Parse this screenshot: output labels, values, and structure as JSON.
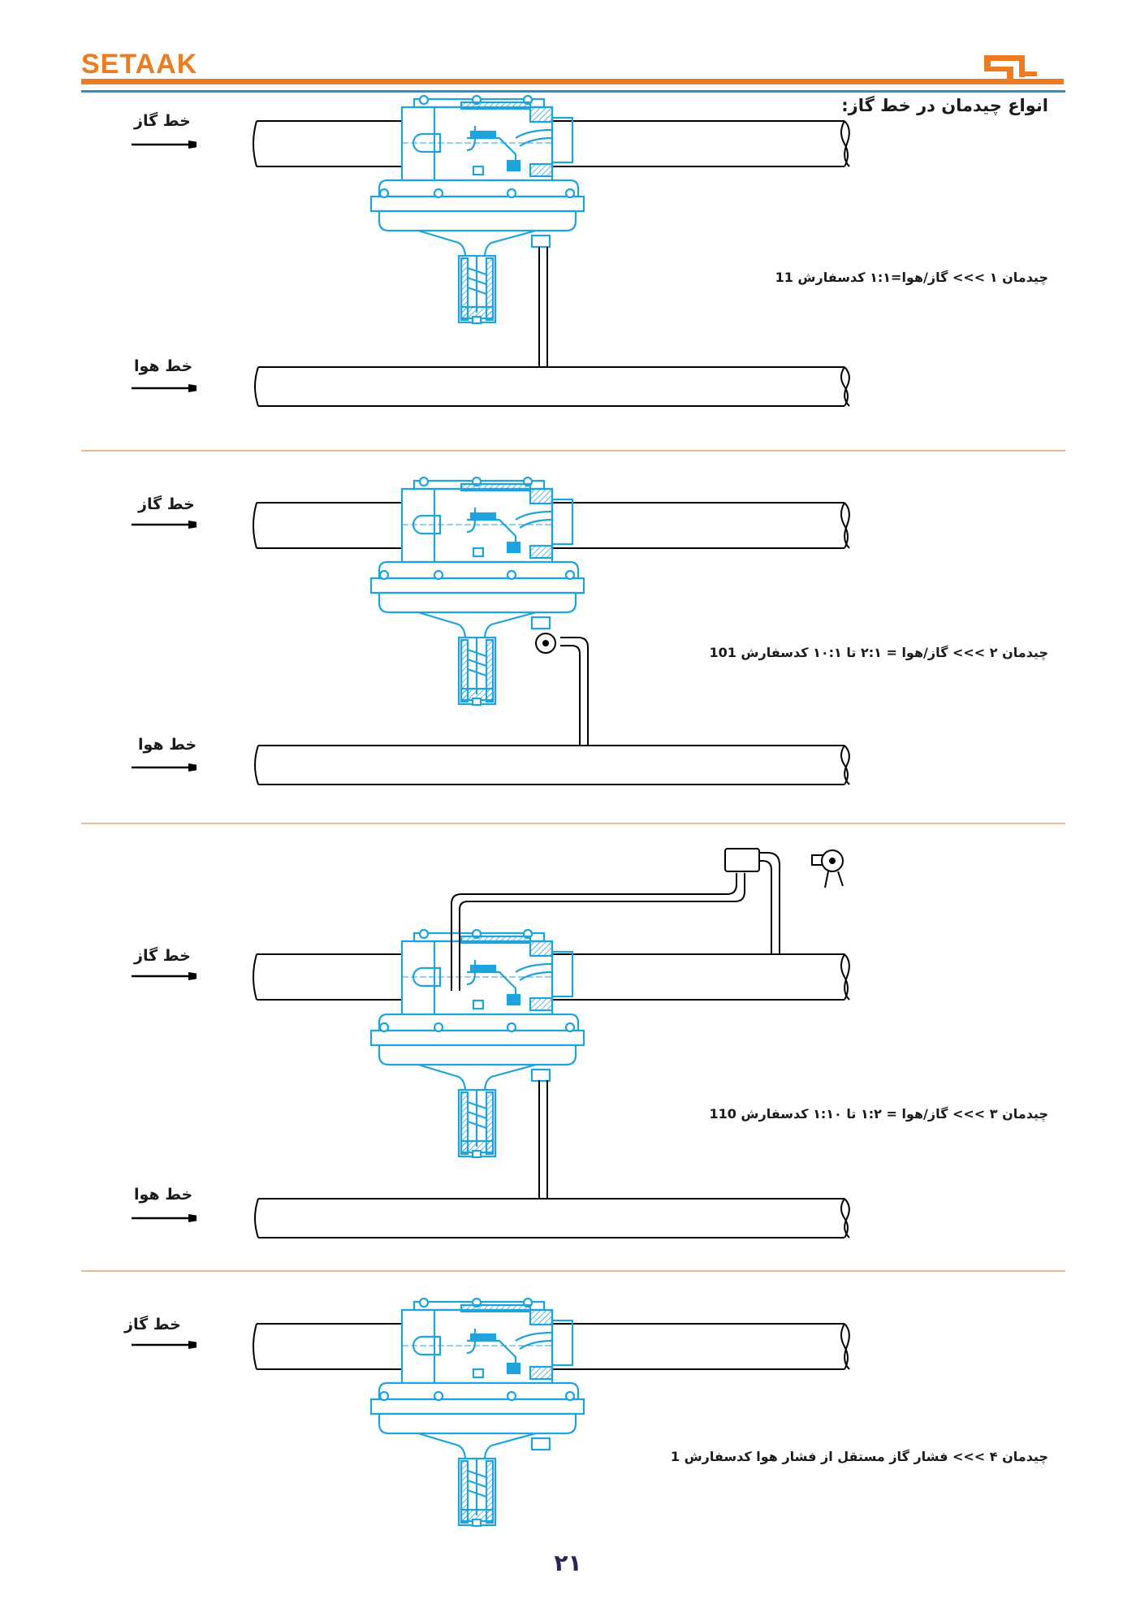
{
  "header": {
    "brand": "SETAAK",
    "brand_color": "#ec7c22",
    "accent_line_color": "#2c8fc8"
  },
  "title": "انواع چیدمان در خط گاز:",
  "labels": {
    "gas_line": "خط گاز",
    "air_line": "خط هوا"
  },
  "sections": [
    {
      "caption": "چیدمان ۱ >>> گاز/هوا=۱:۱ کدسفارش 11"
    },
    {
      "caption": "چیدمان ۲ >>> گاز/هوا = ۲:۱ تا ۱۰:۱ کدسفارش 101"
    },
    {
      "caption": "چیدمان ۳ >>> گاز/هوا = ۱:۲ تا ۱:۱۰ کدسفارش 110"
    },
    {
      "caption": "چیدمان ۴ >>> فشار گاز مستقل از فشار هوا کدسفارش 1"
    }
  ],
  "page_number": "۲۱"
}
